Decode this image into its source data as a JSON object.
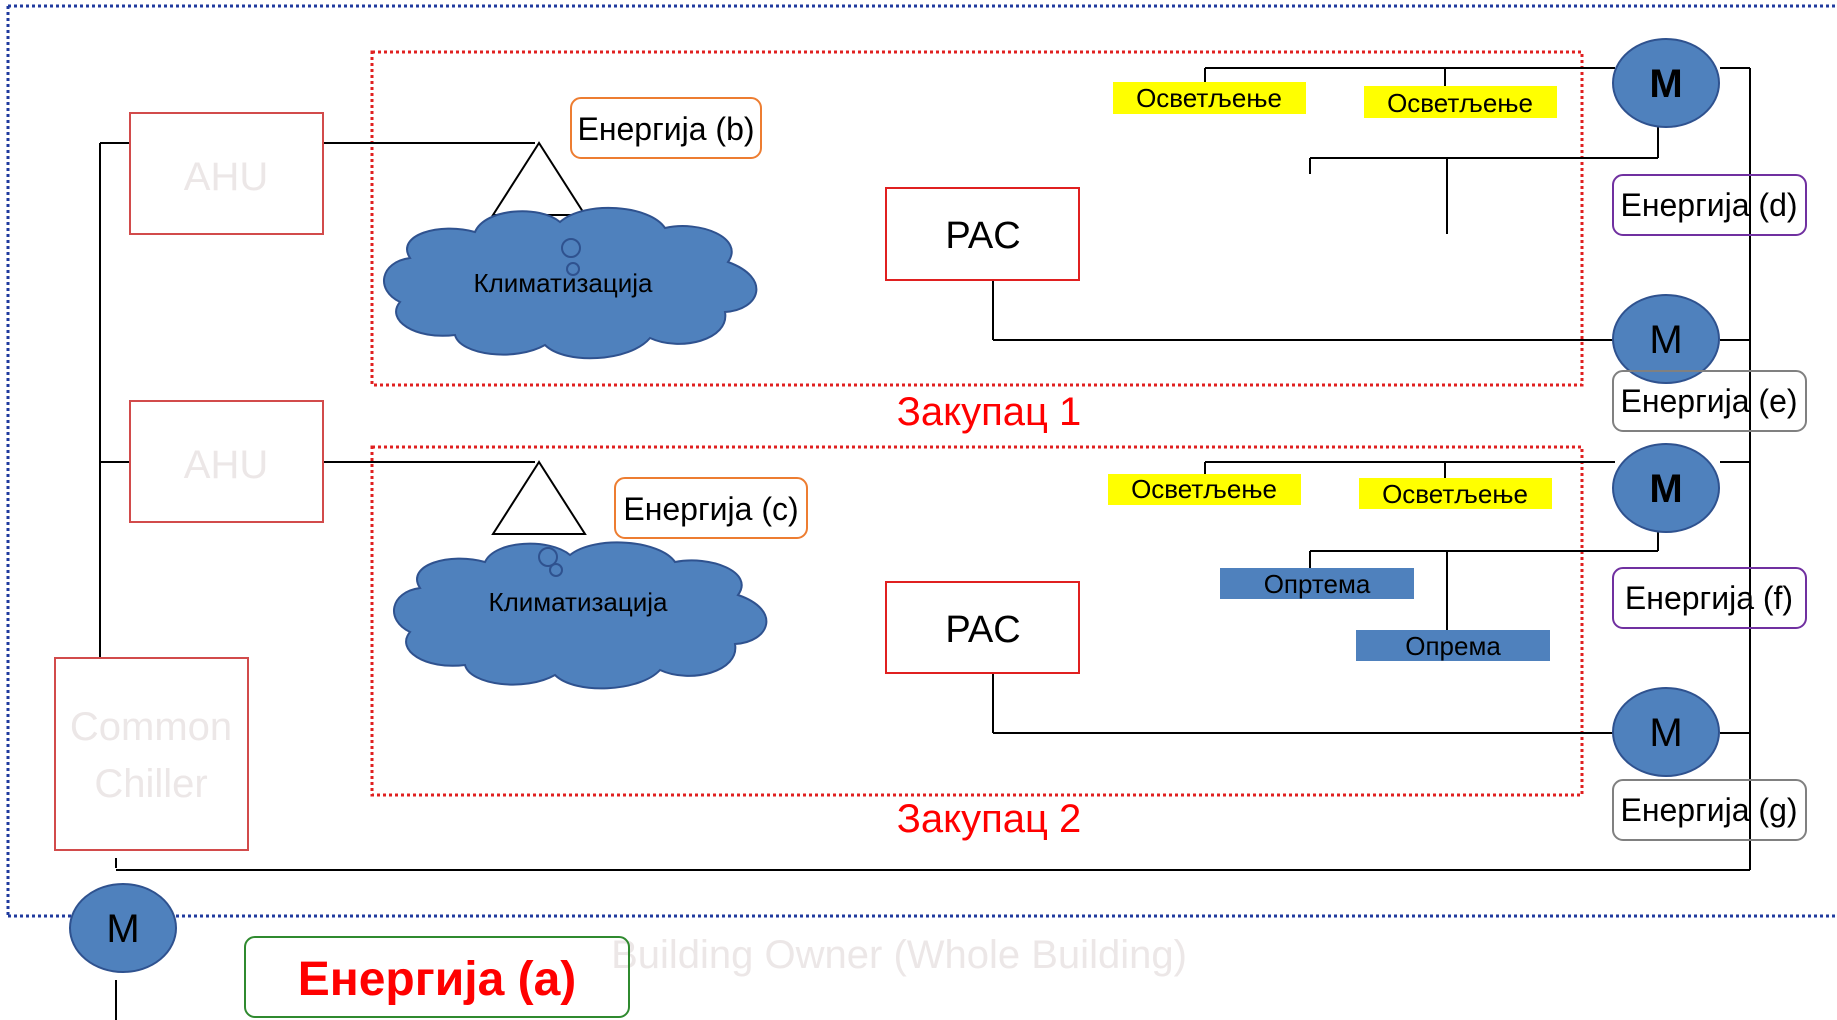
{
  "colors": {
    "meter_fill": "#4f81bd",
    "meter_stroke": "#2f528f",
    "highlight_yellow": "#ffff00",
    "equipment_blue": "#4f81bd",
    "tenant_label": "#ff0000",
    "border_red": "#e02020",
    "faint_text": "#ece7e7",
    "building_border": "#1f3a9e"
  },
  "building": {
    "label": "Building Owner (Whole Building)"
  },
  "common": {
    "ahu_top": "AHU",
    "ahu_bottom": "AHU",
    "chiller_line1": "Common",
    "chiller_line2": "Chiller"
  },
  "tenants": [
    {
      "label": "Закупац 1",
      "energy_label": "Енергија (b)",
      "climate_label": "Климатизација",
      "pac_label": "PAC",
      "lighting": [
        "Осветљење",
        "Осветљење"
      ]
    },
    {
      "label": "Закупац 2",
      "energy_label": "Енергија (c)",
      "climate_label": "Климатизација",
      "pac_label": "PAC",
      "lighting": [
        "Осветљење",
        "Осветљење"
      ],
      "equipment": [
        "Опртема",
        "Опрема"
      ]
    }
  ],
  "meters": {
    "m1": "M",
    "m2": "M",
    "m3": "M",
    "m4": "M",
    "main": "M"
  },
  "energy_labels": {
    "d": "Енергија (d)",
    "e": "Енергија (e)",
    "f": "Енергија (f)",
    "g": "Енергија (g)",
    "a": "Енергија (a)"
  }
}
